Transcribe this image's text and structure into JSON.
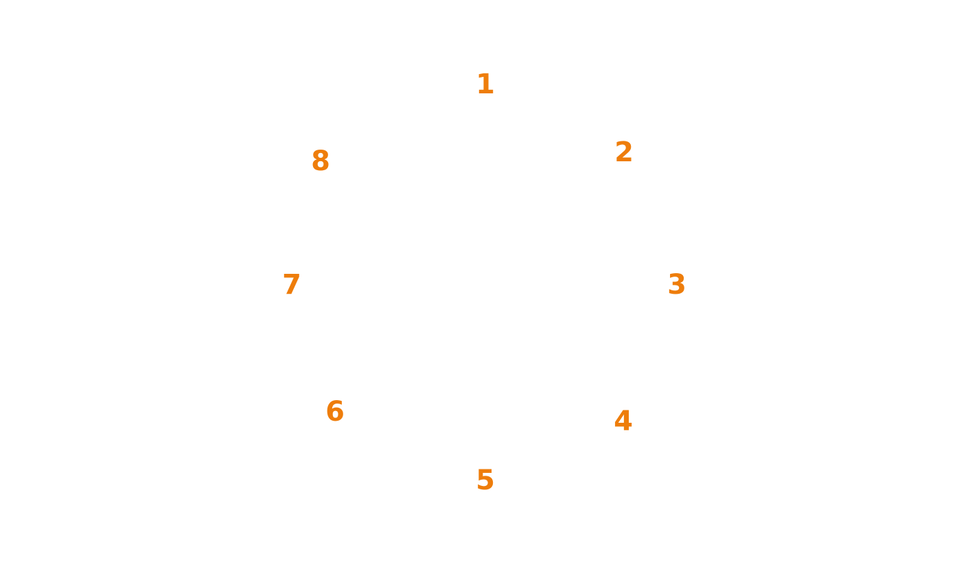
{
  "accent_color": "#EE7D0B",
  "labels": [
    "1",
    "2",
    "3",
    "4",
    "5",
    "6",
    "7",
    "8"
  ]
}
